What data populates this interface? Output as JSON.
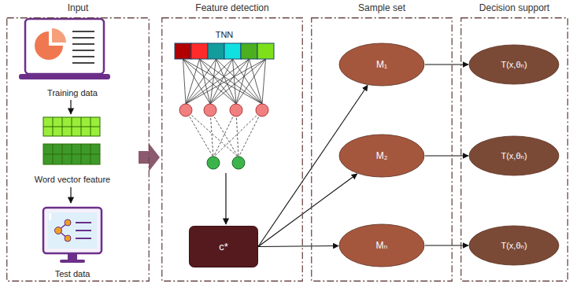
{
  "diagram": {
    "nodes": [
      {
        "text": [
          "Input"
        ]
      },
      {
        "text": [
          "Feature detection"
        ]
      },
      {
        "text": [
          "c*"
        ],
        "in": 1
      },
      {
        "text": [
          "Sample set"
        ]
      },
      {
        "text": [
          "M₁"
        ],
        "in": 3
      },
      {
        "text": [
          "M₂"
        ],
        "in": 3
      },
      {
        "text": [
          "Mₙ"
        ],
        "in": 3
      },
      {
        "text": [
          "Decision support"
        ]
      },
      {
        "text": [
          "T(x,θₙ)"
        ],
        "in": 7
      },
      {
        "text": [
          "T(x,θₙ)"
        ],
        "in": 7
      },
      {
        "text": [
          "T(x,θₙ)"
        ],
        "in": 7
      }
    ],
    "edges": [
      {
        "from": 0,
        "to": 1,
        "arrow": "to"
      },
      {
        "from": 2,
        "to": 4,
        "arrow": "to"
      },
      {
        "from": 2,
        "to": 5,
        "arrow": "to"
      },
      {
        "from": 2,
        "to": 6,
        "arrow": "to"
      },
      {
        "from": 4,
        "to": 8,
        "arrow": "to"
      },
      {
        "from": 5,
        "to": 9,
        "arrow": "to"
      },
      {
        "from": 6,
        "to": 10,
        "arrow": "to"
      }
    ],
    "labels": [
      "Training data",
      "Word vector feature",
      "Test data",
      "TNN"
    ]
  }
}
